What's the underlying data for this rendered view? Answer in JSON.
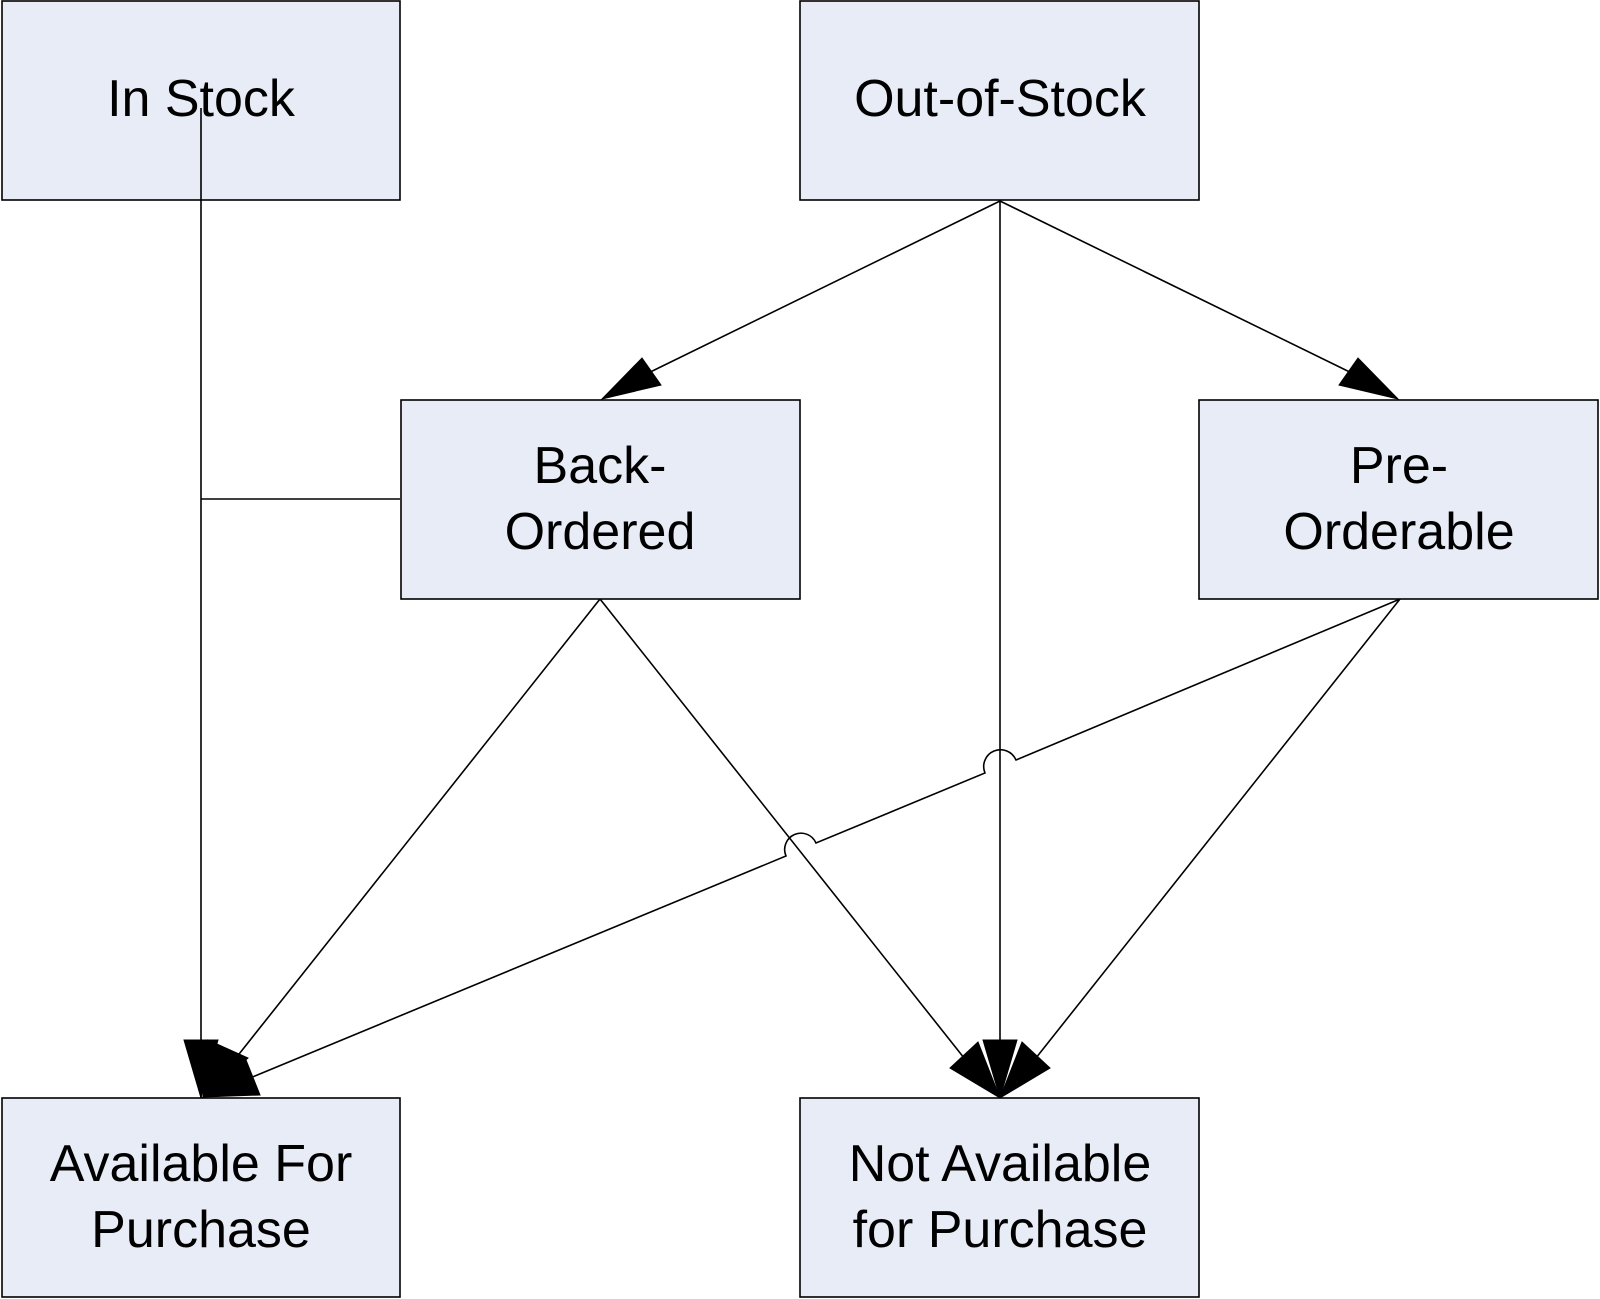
{
  "diagram": {
    "nodes": {
      "in_stock": {
        "lines": [
          "In Stock"
        ]
      },
      "out_of_stock": {
        "lines": [
          "Out-of-Stock"
        ]
      },
      "back_ordered": {
        "lines": [
          "Back-",
          "Ordered"
        ]
      },
      "pre_orderable": {
        "lines": [
          "Pre-",
          "Orderable"
        ]
      },
      "available": {
        "lines": [
          "Available For",
          "Purchase"
        ]
      },
      "not_available": {
        "lines": [
          "Not Available",
          "for Purchase"
        ]
      }
    },
    "edges": [
      {
        "from": "Out-of-Stock",
        "to": "Back-Ordered"
      },
      {
        "from": "Out-of-Stock",
        "to": "Pre-Orderable"
      },
      {
        "from": "Out-of-Stock",
        "to": "Not Available for Purchase"
      },
      {
        "from": "In Stock",
        "to": "Available For Purchase"
      },
      {
        "from": "Back-Ordered",
        "to": "Available For Purchase"
      },
      {
        "from": "Back-Ordered",
        "to": "Not Available for Purchase"
      },
      {
        "from": "Pre-Orderable",
        "to": "Available For Purchase"
      },
      {
        "from": "Pre-Orderable",
        "to": "Not Available for Purchase"
      }
    ],
    "colors": {
      "node_fill": "#e8ecf6",
      "stroke": "#000000"
    }
  }
}
